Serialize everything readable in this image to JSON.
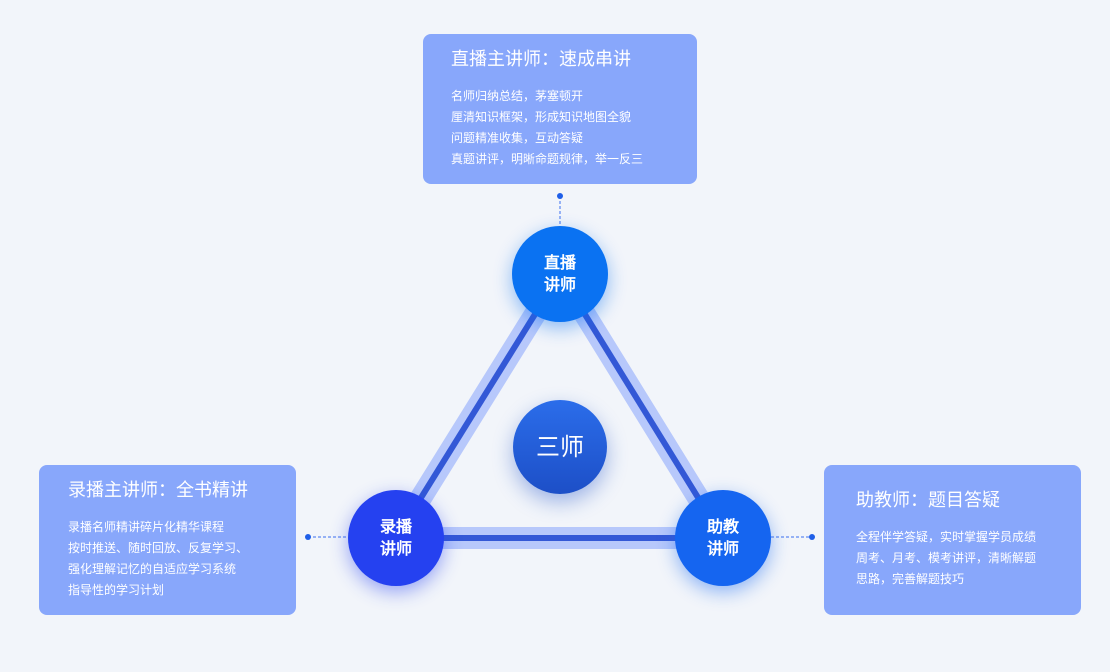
{
  "center": {
    "label": "三师"
  },
  "nodes": {
    "live": {
      "line1": "直播",
      "line2": "讲师"
    },
    "record": {
      "line1": "录播",
      "line2": "讲师"
    },
    "assist": {
      "line1": "助教",
      "line2": "讲师"
    }
  },
  "cards": {
    "live": {
      "title": "直播主讲师：速成串讲",
      "lines": [
        "名师归纳总结，茅塞顿开",
        "厘清知识框架，形成知识地图全貌",
        "问题精准收集，互动答疑",
        "真题讲评，明晰命题规律，举一反三"
      ]
    },
    "record": {
      "title": "录播主讲师：全书精讲",
      "lines": [
        "录播名师精讲碎片化精华课程",
        "按时推送、随时回放、反复学习、",
        "强化理解记忆的自适应学习系统",
        "指导性的学习计划"
      ]
    },
    "assist": {
      "title": "助教师：题目答疑",
      "lines": [
        "全程伴学答疑，实时掌握学员成绩",
        "周考、月考、模考讲评，清晰解题",
        "思路，完善解题技巧"
      ]
    }
  },
  "colors": {
    "background": "#f2f5fa",
    "card": "#88a7fb",
    "edge_outer": "#b7c8fb",
    "edge_inner": "#3358d6",
    "live_node": "#0a72f2",
    "record_node": "#2541f0",
    "assist_node": "#1565f0"
  }
}
